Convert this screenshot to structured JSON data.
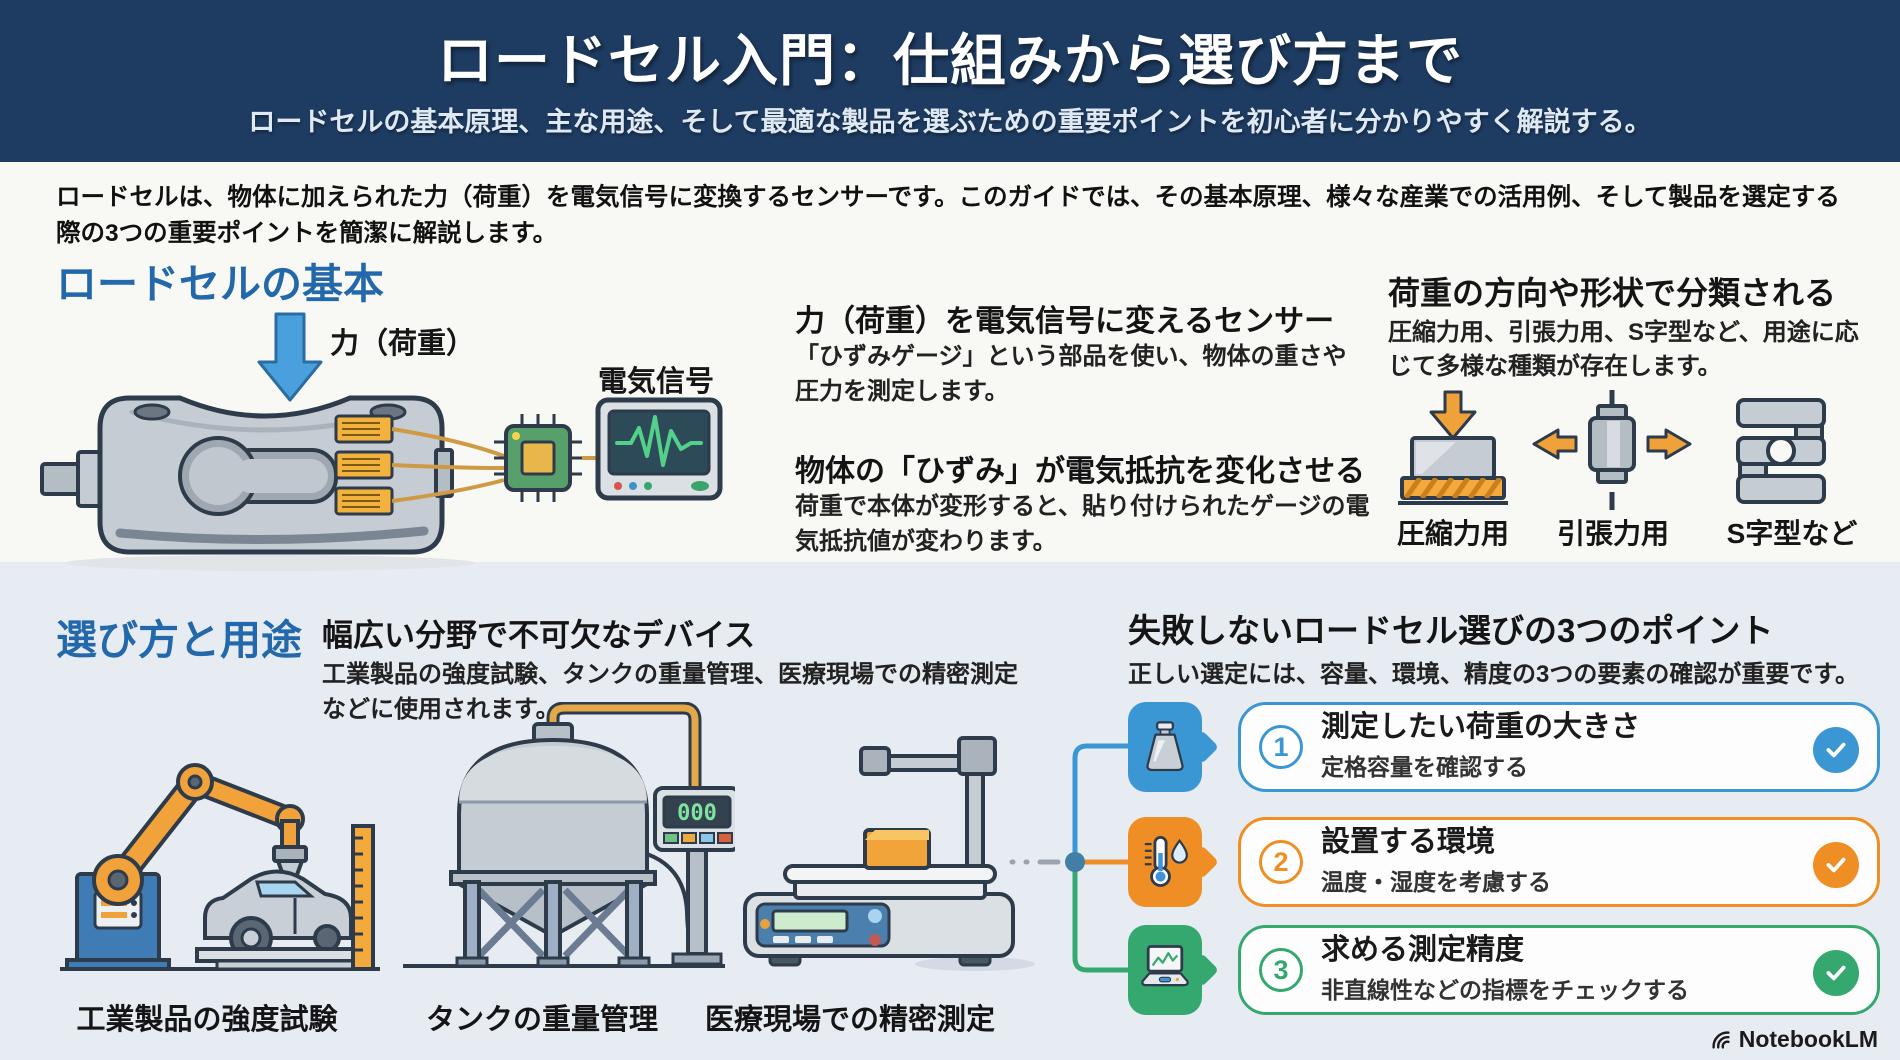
{
  "header": {
    "title": "ロードセル入門：仕組みから選び方まで",
    "subtitle": "ロードセルの基本原理、主な用途、そして最適な製品を選ぶための重要ポイントを初心者に分かりやすく解説する。"
  },
  "intro": "ロードセルは、物体に加えられた力（荷重）を電気信号に変換するセンサーです。このガイドでは、その基本原理、様々な産業での活用例、そして製品を選定する際の3つの重要ポイントを簡潔に解説します。",
  "basics": {
    "heading": "ロードセルの基本",
    "diagram": {
      "force_label": "力（荷重）",
      "signal_label": "電気信号"
    },
    "points": [
      {
        "title": "力（荷重）を電気信号に変えるセンサー",
        "body": "「ひずみゲージ」という部品を使い、物体の重さや圧力を測定します。"
      },
      {
        "title": "物体の「ひずみ」が電気抵抗を変化させる",
        "body": "荷重で本体が変形すると、貼り付けられたゲージの電気抵抗値が変わります。"
      }
    ],
    "types": {
      "heading": "荷重の方向や形状で分類される",
      "body": "圧縮力用、引張力用、S字型など、用途に応じて多様な種類が存在します。",
      "items": [
        {
          "label": "圧縮力用"
        },
        {
          "label": "引張力用"
        },
        {
          "label": "S字型など"
        }
      ]
    }
  },
  "applications": {
    "heading": "選び方と用途",
    "subheading": "幅広い分野で不可欠なデバイス",
    "body": "工業製品の強度試験、タンクの重量管理、医療現場での精密測定などに使用されます。",
    "tank_display": "000",
    "items": [
      {
        "label": "工業製品の強度試験"
      },
      {
        "label": "タンクの重量管理"
      },
      {
        "label": "医療現場での精密測定"
      }
    ]
  },
  "selection": {
    "heading": "失敗しないロードセル選びの3つのポイント",
    "subheading": "正しい選定には、容量、環境、精度の3つの要素の確認が重要です。",
    "points": [
      {
        "number": "1",
        "title": "測定したい荷重の大きさ",
        "body": "定格容量を確認する",
        "color": "#3b97d3"
      },
      {
        "number": "2",
        "title": "設置する環境",
        "body": "温度・湿度を考慮する",
        "color": "#ef8e24"
      },
      {
        "number": "3",
        "title": "求める測定精度",
        "body": "非直線性などの指標をチェックする",
        "color": "#35a870"
      }
    ]
  },
  "footer": {
    "brand": "NotebookLM"
  },
  "colors": {
    "header_bg": "#1e3c62",
    "heading_blue": "#2368ab",
    "upper_bg": "#f8f8f4",
    "lower_bg": "#e7ecf3",
    "point_blue": "#3b97d3",
    "point_orange": "#ef8e24",
    "point_green": "#35a870"
  }
}
